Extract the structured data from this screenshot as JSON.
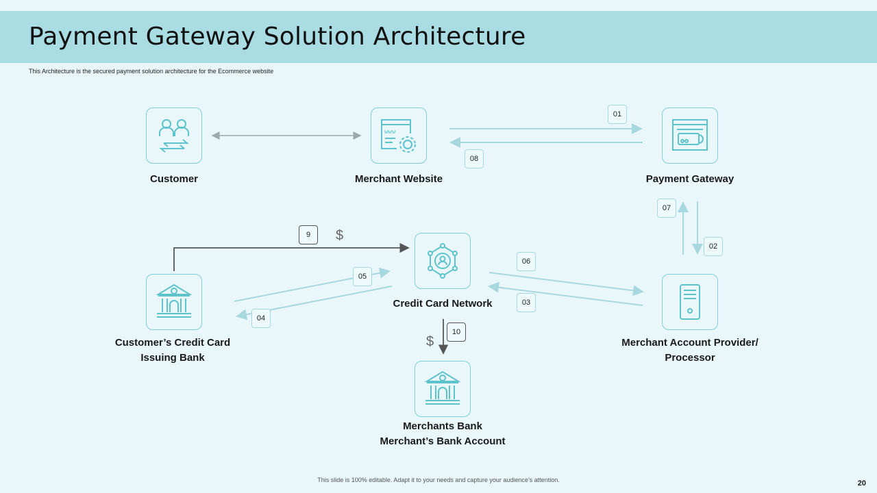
{
  "header": {
    "title": "Payment Gateway Solution Architecture",
    "subtitle": "This Architecture is the secured payment solution architecture for the Ecommerce website"
  },
  "nodes": {
    "customer": "Customer",
    "merchant_website": "Merchant Website",
    "payment_gateway": "Payment Gateway",
    "credit_card_network": "Credit Card Network",
    "issuing_bank_line1": "Customer’s Credit Card",
    "issuing_bank_line2": "Issuing Bank",
    "merchant_account_line1": "Merchant Account Provider/",
    "merchant_account_line2": "Processor",
    "merchants_bank_line1": "Merchants Bank",
    "merchants_bank_line2": "Merchant’s Bank Account"
  },
  "steps": {
    "s01": "01",
    "s02": "02",
    "s03": "03",
    "s04": "04",
    "s05": "05",
    "s06": "06",
    "s07": "07",
    "s08": "08",
    "s09": "9",
    "s10": "10"
  },
  "currency_symbol": "$",
  "footer": {
    "note": "This slide is 100% editable. Adapt it to your needs and capture your audience's attention.",
    "page_number": "20"
  },
  "colors": {
    "accent": "#a9dde3",
    "icon_stroke": "#5cc3cc",
    "arrow_light": "#a8d8df",
    "arrow_dark": "#555555",
    "background": "#e9f6fa"
  }
}
